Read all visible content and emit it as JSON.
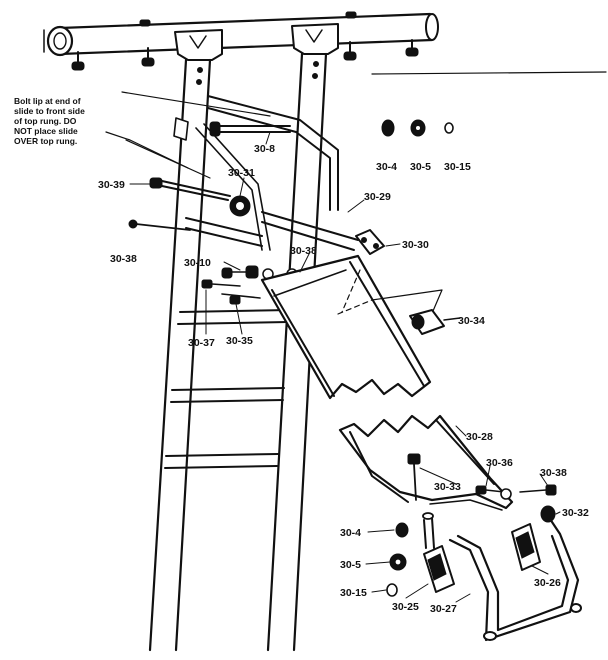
{
  "note": {
    "lines": [
      "Bolt lip at end of",
      "slide to front side",
      "of top rung. DO",
      "NOT place slide",
      "OVER top rung."
    ]
  },
  "labels": {
    "p30_8": "30-8",
    "p30_4_top": "30-4",
    "p30_5_top": "30-5",
    "p30_15_top": "30-15",
    "p30_39": "30-39",
    "p30_31": "30-31",
    "p30_29": "30-29",
    "p30_38_left": "30-38",
    "p30_38_mid": "30-38",
    "p30_30": "30-30",
    "p30_10": "30-10",
    "p30_37": "30-37",
    "p30_35": "30-35",
    "p30_34": "30-34",
    "p30_28": "30-28",
    "p30_36": "30-36",
    "p30_38_right": "30-38",
    "p30_33": "30-33",
    "p30_32": "30-32",
    "p30_4_bottom": "30-4",
    "p30_5_bottom": "30-5",
    "p30_15_bottom": "30-15",
    "p30_25": "30-25",
    "p30_27": "30-27",
    "p30_26": "30-26"
  }
}
